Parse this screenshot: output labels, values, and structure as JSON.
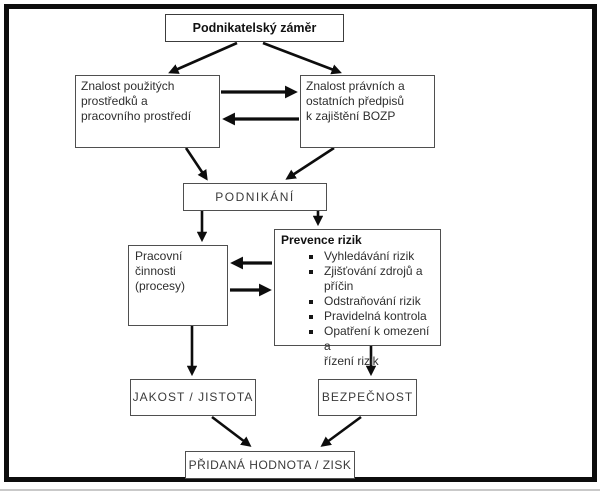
{
  "colors": {
    "frame": "#0d0d0d",
    "box_border": "#4f4f4f",
    "arrow": "#0d0d0d",
    "text": "#2e2e2e"
  },
  "diagram": {
    "title": "Podnikatelský záměr",
    "knowledge_resources": "Znalost použitých\nprostředků a\npracovního prostředí",
    "knowledge_regulations": "Znalost právních a\nostatních předpisů\nk zajištění BOZP",
    "business": "PODNIKÁNÍ",
    "work_activities": "Pracovní\nčinnosti\n(procesy)",
    "risk_prevention": {
      "title": "Prevence rizik",
      "items": [
        "Vyhledávání rizik",
        "Zjišťování zdrojů a\npříčin",
        "Odstraňování rizik",
        "Pravidelná kontrola",
        "Opatření k omezení a\nřízení rizik"
      ]
    },
    "quality": "JAKOST / JISTOTA",
    "safety": "BEZPEČNOST",
    "added_value": "PŘIDANÁ HODNOTA / ZISK"
  }
}
